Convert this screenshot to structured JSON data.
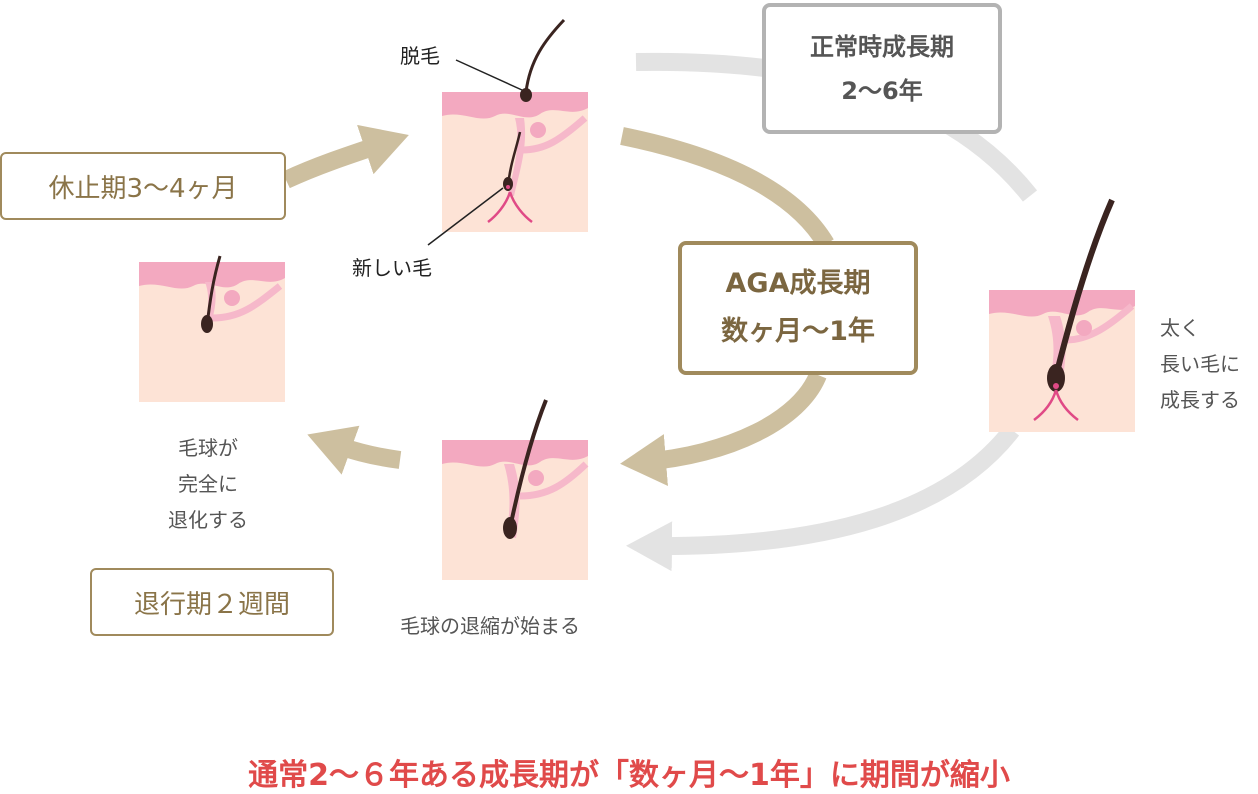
{
  "phases": {
    "rest": "休止期3〜4ヶ月",
    "catagen": "退行期２週間",
    "normal_line1": "正常時成長期",
    "normal_line2": "2〜6年",
    "aga_line1": "AGA成長期",
    "aga_line2": "数ヶ月〜1年"
  },
  "labels": {
    "shedding": "脱毛",
    "new_hair": "新しい毛",
    "grow_1": "太く",
    "grow_2": "長い毛に",
    "grow_3": "成長する",
    "bulb_1": "毛球が",
    "bulb_2": "完全に",
    "bulb_3": "退化する",
    "shrink": "毛球の退縮が始まる"
  },
  "caption": "通常2〜６年ある成長期が「数ヶ月〜1年」に期間が縮小",
  "colors": {
    "skin": "#fde3d6",
    "skin_top": "#f3a9c0",
    "hair": "#3a2420",
    "root": "#e04a86",
    "gold": "#a08a5c",
    "arrow_gold": "#cdbf9f",
    "arrow_gray": "#e3e3e3",
    "caption": "#e04a4a"
  }
}
